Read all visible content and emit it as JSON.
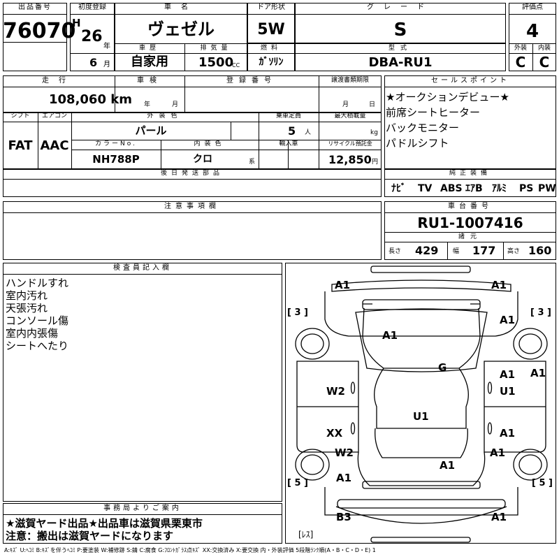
{
  "header": {
    "lot_no_label": "出品番号",
    "lot_no": "76070",
    "first_reg_label": "初度登録",
    "era": "H",
    "year": "26",
    "year_unit": "年",
    "month": "6",
    "month_unit": "月",
    "car_name_label": "車名",
    "car_name": "ヴェゼル",
    "door_label": "ドア形状",
    "door": "5W",
    "grade_label": "グレード",
    "grade": "S",
    "score_label": "評価点",
    "score": "4",
    "history_label": "車歴",
    "history": "自家用",
    "displacement_label": "排気量",
    "displacement": "1500",
    "displacement_unit": "CC",
    "fuel_label": "燃料",
    "fuel": "ｶﾞｿﾘﾝ",
    "model_label": "型式",
    "model": "DBA-RU1",
    "exterior_label": "外装",
    "exterior": "C",
    "interior_label": "内装",
    "interior": "C"
  },
  "row2": {
    "mileage_label": "走行",
    "mileage": "108,060 km",
    "inspection_label": "車検",
    "inspection_year": "年",
    "inspection_month": "月",
    "plate_label": "登録番号",
    "transfer_label": "譲渡書類期限",
    "transfer_month": "月",
    "transfer_day": "日",
    "shift_label": "シフト",
    "shift": "FAT",
    "ac_label": "エアコン",
    "ac": "AAC",
    "color_label": "外装色",
    "color": "パール",
    "capacity_label": "乗車定員",
    "capacity": "5",
    "capacity_unit": "人",
    "load_label": "最大積載量",
    "load_unit": "kg",
    "color_no_label": "カラーNo.",
    "color_no": "NH788P",
    "int_color_label": "内装色",
    "int_color": "クロ",
    "int_color_unit": "系",
    "import_label": "輸入車",
    "recycle_label": "リサイクル預託金",
    "recycle": "12,850",
    "recycle_unit": "円",
    "later_parts_label": "後日発送部品"
  },
  "sales": {
    "label": "セールスポイント",
    "items": [
      "★オークションデビュー★",
      "前席シートヒーター",
      "バックモニター",
      "パドルシフト"
    ]
  },
  "equipment": {
    "label": "純正装備",
    "items": [
      "ﾅﾋﾞ",
      "TV",
      "ABS",
      "ｴｱB",
      "ｱﾙﾐ",
      "PS",
      "PW"
    ]
  },
  "notes": {
    "label": "注意事項欄"
  },
  "chassis": {
    "label": "車台番号",
    "number": "RU1-1007416",
    "dims_label": "諸元",
    "length_label": "長さ",
    "length": "429",
    "width_label": "幅",
    "width": "177",
    "height_label": "高さ",
    "height": "160"
  },
  "inspector": {
    "label": "検査員記入欄",
    "items": [
      "ハンドルすれ",
      "室内汚れ",
      "天張汚れ",
      "コンソール傷",
      "室内内張傷",
      "シートへたり"
    ]
  },
  "office": {
    "label": "事務局よりご案内",
    "lines": [
      "★滋賀ヤード出品★出品車は滋賀県栗東市",
      "注意：搬出は滋賀ヤードになります"
    ]
  },
  "diagram": {
    "marks": {
      "front_left_a1": "A1",
      "front_right_a1": "A1",
      "tire_fl": "[ 3 ]",
      "tire_fr": "[ 3 ]",
      "hood_a1": "A1",
      "fender_r_a1": "A1",
      "roof_g": "G",
      "right_a1_outer": "A1",
      "right_a1_door": "A1",
      "left_w2_upper": "W2",
      "right_u1": "U1",
      "center_u1": "U1",
      "left_xx": "XX",
      "right_a1_lower": "A1",
      "left_w2_lower": "W2",
      "right_a1_qtr": "A1",
      "trunk_a1": "A1",
      "rear_left_a1": "A1",
      "tire_rl": "[ 5 ]",
      "tire_rr": "[ 5 ]",
      "rear_b3": "B3",
      "rear_right_a1": "A1",
      "spare": "[ﾚｽ]"
    }
  },
  "legend": "A:ｷｽﾞ  U:ﾍｺﾐ  B:ｷｽﾞを伴うﾍｺﾐ  P:要塗装  W:補修跡  S:錆  C:腐食  G:ﾌﾛﾝﾄｶﾞﾗｽ点ｷｽﾞ  XX:交換済み  X:要交換   内・外装評価  5段階ﾗﾝｸ順(A・B・C・D・E)  1"
}
